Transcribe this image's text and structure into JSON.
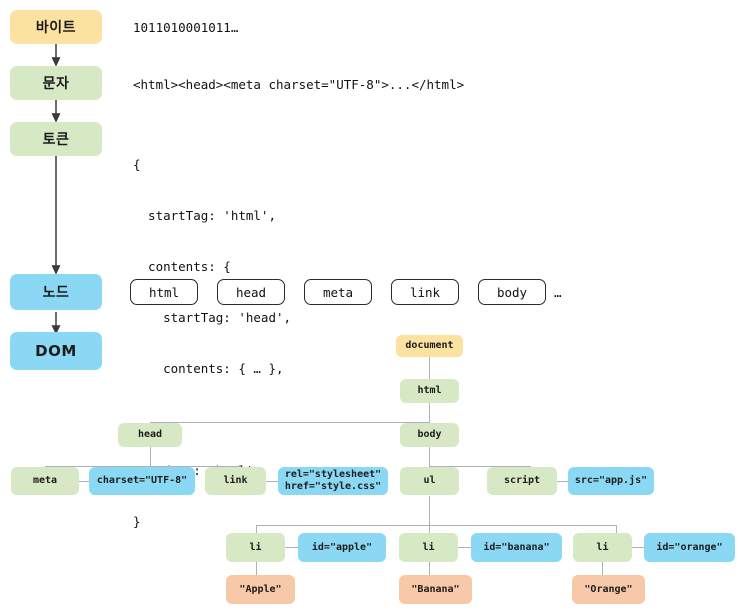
{
  "diagram": {
    "title": "HTML parsing pipeline to DOM",
    "colors": {
      "byte": "#fbe2a0",
      "stage_green": "#d6e8c4",
      "stage_blue": "#8bd8f4",
      "attribute": "#8bd8f4",
      "text_node": "#f7c9a8",
      "connector": "#a9b3bb",
      "arrow": "#3a3a3a"
    }
  },
  "stages": [
    {
      "label": "바이트",
      "color": "#fbe2a0"
    },
    {
      "label": "문자",
      "color": "#d6e8c4"
    },
    {
      "label": "토큰",
      "color": "#d6e8c4"
    },
    {
      "label": "노드",
      "color": "#8bd8f4"
    },
    {
      "label": "DOM",
      "color": "#8bd8f4"
    }
  ],
  "samples": {
    "bytes": "1011010001011…",
    "characters": "<html><head><meta charset=\"UTF-8\">...</html>",
    "tokens": "{\n  startTag: 'html',\n  contents: {\n    startTag: 'head',\n    contents: { … },\n    …\n  endTag: 'html'\n}"
  },
  "token_lines": [
    "{",
    "  startTag: 'html',",
    "  contents: {",
    "    startTag: 'head',",
    "    contents: { … },",
    "    …",
    "  endTag: 'html'",
    "}"
  ],
  "node_pills": [
    {
      "label": "html"
    },
    {
      "label": "head"
    },
    {
      "label": "meta"
    },
    {
      "label": "link"
    },
    {
      "label": "body"
    }
  ],
  "node_pills_ellipsis": "…",
  "dom_tree": {
    "document": "document",
    "html": "html",
    "head": "head",
    "body": "body",
    "meta": "meta",
    "meta_attr": "charset=\"UTF-8\"",
    "link": "link",
    "link_attr_line1": "rel=\"stylesheet\"",
    "link_attr_line2": "href=\"style.css\"",
    "ul": "ul",
    "script": "script",
    "script_attr": "src=\"app.js\"",
    "li1": "li",
    "li1_attr": "id=\"apple\"",
    "li1_text": "\"Apple\"",
    "li2": "li",
    "li2_attr": "id=\"banana\"",
    "li2_text": "\"Banana\"",
    "li3": "li",
    "li3_attr": "id=\"orange\"",
    "li3_text": "\"Orange\""
  }
}
